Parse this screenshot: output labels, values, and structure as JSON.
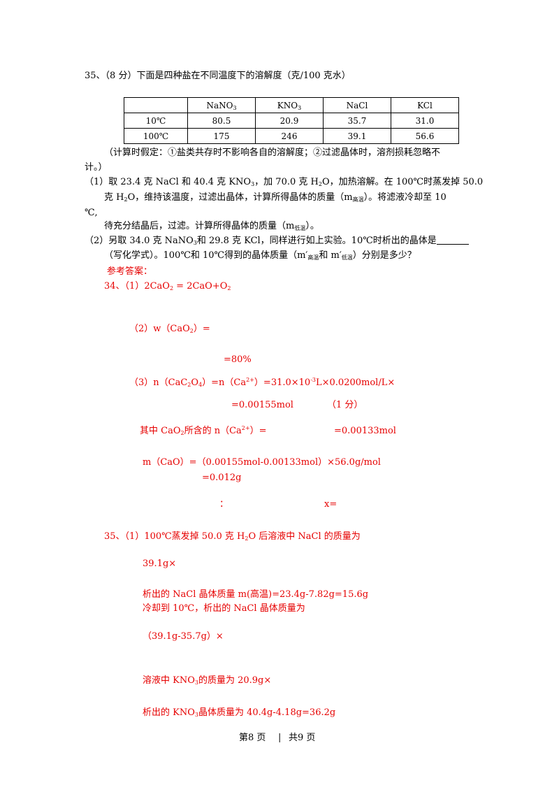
{
  "question": {
    "header": "35、（8 分）下面是四种盐在不同温度下的溶解度（克/100 克水）",
    "table": {
      "columns": [
        "",
        "NaNO3",
        "KNO3",
        "NaCl",
        "KCl"
      ],
      "rows": [
        {
          "label": "10℃",
          "values": [
            "80.5",
            "20.9",
            "35.7",
            "31.0"
          ]
        },
        {
          "label": "100℃",
          "values": [
            "175",
            "246",
            "39.1",
            "56.6"
          ]
        }
      ]
    },
    "note_line1": "（计算时假定：①盐类共存时不影响各自的溶解度；②过滤晶体时，溶剂损耗忽略不",
    "note_line2": "计。）",
    "part1_line1": "（1）取 23.4 克 NaCl 和 40.4 克 KNO3，加 70.0 克 H2O，加热溶解。在 100℃时蒸发掉 50.0",
    "part1_line2": "克 H2O，维持该温度，过滤出晶体，计算所得晶体的质量（m高温）。将滤液冷却至 10",
    "part1_line3": "℃,",
    "part1_line4": "待充分结晶后，过滤。计算所得晶体的质量（m低温）。",
    "part2_line1": "（2）另取 34.0 克 NaNO3和 29.8 克 KCl，同样进行如上实验。10℃时析出的晶体是",
    "part2_line2": "（写化学式）。100℃和 10℃得到的晶体质量（m′高温和 m′低温）分别是多少？"
  },
  "answers": {
    "title": "参考答案：",
    "a34_1": "34、（1）2CaO2 = 2CaO+O2",
    "a34_2": "（2）w（CaO2）=",
    "a34_2b": "=80%",
    "a34_3": "（3）n（CaC2O4）=n（Ca2+）=31.0×10-3L×0.0200mol/L×",
    "a34_3b": "=0.00155mol",
    "a34_3b_score": "（1 分）",
    "a34_3c": "其中 CaO2所含的 n（Ca2+）=",
    "a34_3c_val": "=0.00133mol",
    "a34_3d": "m（CaO）=（0.00155mol-0.00133mol）×56.0g/mol",
    "a34_3e": "=0.012g",
    "colon": "：",
    "x_eq": "x=",
    "a35_1": "35、（1）100℃蒸发掉 50.0 克 H2O 后溶液中 NaCl 的质量为",
    "a35_2": "39.1g×",
    "a35_3": "析出的 NaCl 晶体质量 m(高温)=23.4g-7.82g=15.6g",
    "a35_4": "冷却到 10℃，析出的 NaCl 晶体质量为",
    "a35_5": "（39.1g-35.7g）×",
    "a35_6": "溶液中 KNO3的质量为 20.9g×",
    "a35_7": "析出的 KNO3晶体质量为 40.4g-4.18g=36.2g"
  },
  "footer": {
    "page": "第8 页",
    "separator": "|",
    "total": "共9 页"
  }
}
